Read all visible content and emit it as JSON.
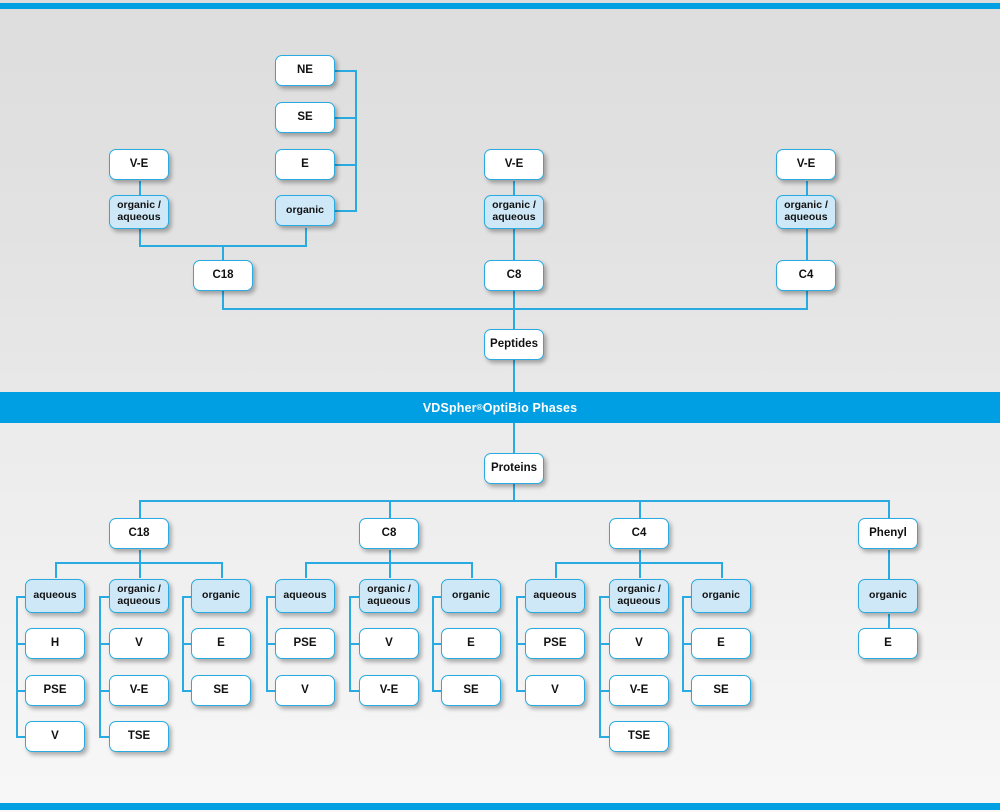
{
  "banner": {
    "brand": "VDSpher",
    "registered": "®",
    "rest": " OptiBio Phases",
    "color": "#009fe3"
  },
  "colors": {
    "accent": "#29abe2",
    "banner": "#009fe3",
    "box_fill": "#ffffff",
    "box_fill_highlight": "#cfe8f7",
    "background_top": "#dddddd",
    "background_bottom": "#f7f7f7"
  },
  "peptides": {
    "root_label": "Peptides",
    "columns": [
      {
        "phase_label": "C18",
        "modes": [
          {
            "label": "organic /\naqueous",
            "highlight": true,
            "items": [
              {
                "label": "V-E"
              }
            ]
          },
          {
            "label": "organic",
            "highlight": true,
            "items": [
              {
                "label": "NE"
              },
              {
                "label": "SE"
              },
              {
                "label": "E"
              }
            ]
          }
        ]
      },
      {
        "phase_label": "C8",
        "modes": [
          {
            "label": "organic /\naqueous",
            "highlight": true,
            "items": [
              {
                "label": "V-E"
              }
            ]
          }
        ]
      },
      {
        "phase_label": "C4",
        "modes": [
          {
            "label": "organic /\naqueous",
            "highlight": true,
            "items": [
              {
                "label": "V-E"
              }
            ]
          }
        ]
      }
    ]
  },
  "proteins": {
    "root_label": "Proteins",
    "columns": [
      {
        "phase_label": "C18",
        "modes": [
          {
            "label": "aqueous",
            "highlight": true,
            "items": [
              {
                "label": "H"
              },
              {
                "label": "PSE"
              },
              {
                "label": "V"
              }
            ]
          },
          {
            "label": "organic /\naqueous",
            "highlight": true,
            "items": [
              {
                "label": "V"
              },
              {
                "label": "V-E"
              },
              {
                "label": "TSE"
              }
            ]
          },
          {
            "label": "organic",
            "highlight": true,
            "items": [
              {
                "label": "E"
              },
              {
                "label": "SE"
              }
            ]
          }
        ]
      },
      {
        "phase_label": "C8",
        "modes": [
          {
            "label": "aqueous",
            "highlight": true,
            "items": [
              {
                "label": "PSE"
              },
              {
                "label": "V"
              }
            ]
          },
          {
            "label": "organic /\naqueous",
            "highlight": true,
            "items": [
              {
                "label": "V"
              },
              {
                "label": "V-E"
              }
            ]
          },
          {
            "label": "organic",
            "highlight": true,
            "items": [
              {
                "label": "E"
              },
              {
                "label": "SE"
              }
            ]
          }
        ]
      },
      {
        "phase_label": "C4",
        "modes": [
          {
            "label": "aqueous",
            "highlight": true,
            "items": [
              {
                "label": "PSE"
              },
              {
                "label": "V"
              }
            ]
          },
          {
            "label": "organic /\naqueous",
            "highlight": true,
            "items": [
              {
                "label": "V"
              },
              {
                "label": "V-E"
              },
              {
                "label": "TSE"
              }
            ]
          },
          {
            "label": "organic",
            "highlight": true,
            "items": [
              {
                "label": "E"
              },
              {
                "label": "SE"
              }
            ]
          }
        ]
      },
      {
        "phase_label": "Phenyl",
        "modes": [
          {
            "label": "organic",
            "highlight": true,
            "items": [
              {
                "label": "E"
              }
            ]
          }
        ]
      }
    ]
  }
}
